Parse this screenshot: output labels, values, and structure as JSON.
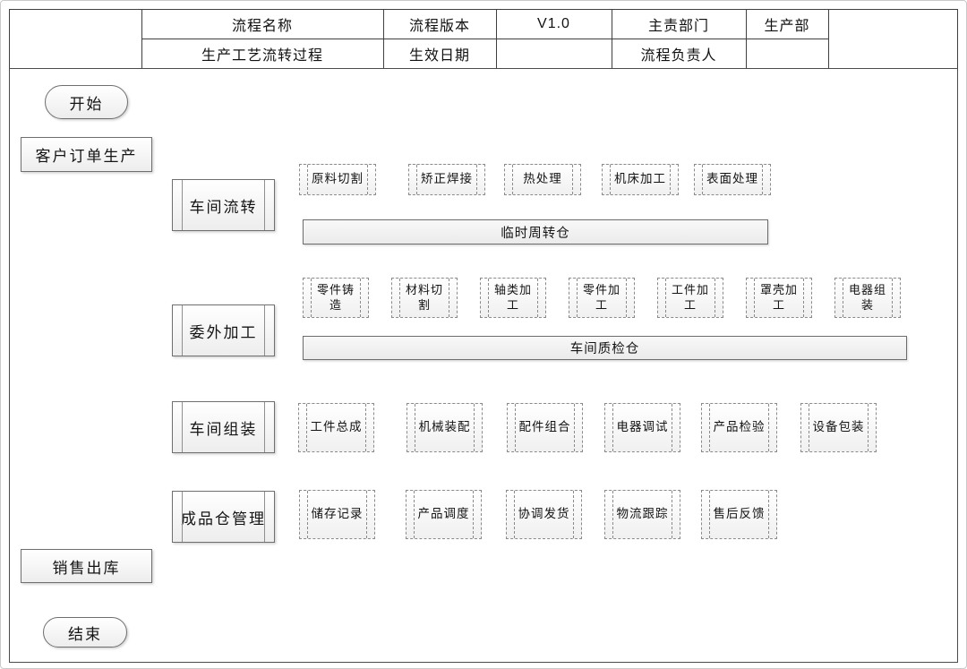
{
  "header": {
    "rows": [
      {
        "cells": [
          "",
          "流程名称",
          "流程版本",
          "V1.0",
          "主责部门",
          "生产部",
          ""
        ]
      },
      {
        "cells": [
          "",
          "生产工艺流转过程",
          "生效日期",
          "",
          "流程负责人",
          "",
          ""
        ]
      }
    ]
  },
  "flow": {
    "start_label": "开始",
    "order_label": "客户订单生产",
    "stage1_label": "车间流转",
    "stage2_label": "委外加工",
    "stage3_label": "车间组装",
    "stage4_label": "成品仓管理",
    "sales_label": "销售出库",
    "end_label": "结束",
    "row1_steps": [
      "原料切割",
      "矫正焊接",
      "热处理",
      "机床加工",
      "表面处理"
    ],
    "row1_store": "临时周转仓",
    "row2_steps": [
      "零件铸造",
      "材料切割",
      "轴类加工",
      "零件加工",
      "工件加工",
      "罩壳加工",
      "电器组装"
    ],
    "row2_store": "车间质检仓",
    "row3_steps": [
      "工件总成",
      "机械装配",
      "配件组合",
      "电器调试",
      "产品检验",
      "设备包装"
    ],
    "row4_steps": [
      "储存记录",
      "产品调度",
      "协调发货",
      "物流跟踪",
      "售后反馈"
    ]
  },
  "colors": {
    "line": "#464646",
    "table_border": "#3f3f3f",
    "node_border": "#6f6f6f",
    "dashed_border": "#8a8a8a",
    "node_fill_top": "#ffffff",
    "node_fill_bottom": "#ededed",
    "store_fill": "#f0f0f0"
  }
}
